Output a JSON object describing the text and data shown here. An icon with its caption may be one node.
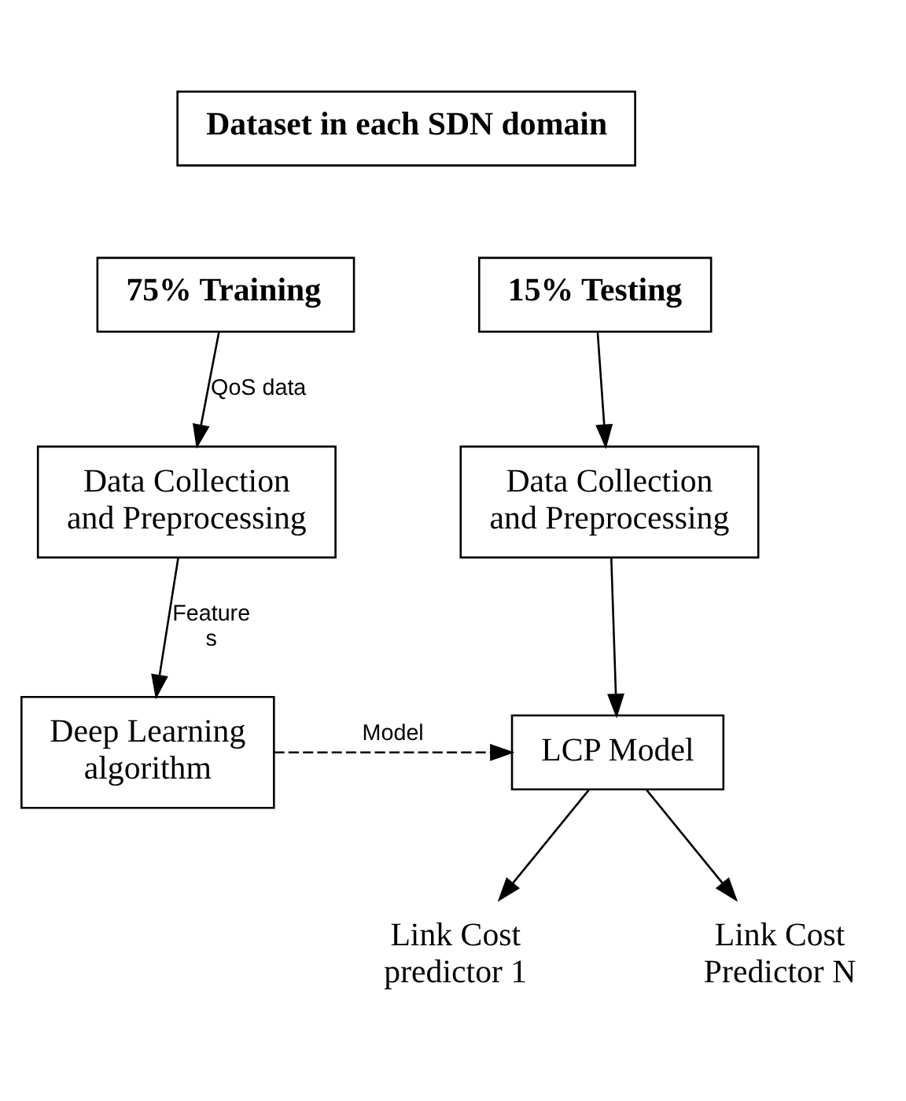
{
  "diagram": {
    "nodes": [
      {
        "text": [
          "Dataset in each SDN domain"
        ]
      },
      {
        "text": [
          "75% Training"
        ]
      },
      {
        "text": [
          "15% Testing"
        ]
      },
      {
        "text": [
          "Data Collection and Preprocessing"
        ]
      },
      {
        "text": [
          "Deep Learning algorithm"
        ]
      },
      {
        "text": [
          "Data Collection and Preprocessing"
        ]
      },
      {
        "text": [
          "LCP Model"
        ]
      },
      {
        "text": [
          "Link Cost predictor 1"
        ]
      },
      {
        "text": [
          "Link Cost Predictor N"
        ]
      }
    ],
    "edges": [
      {
        "from": 1,
        "to": 3,
        "arrow": "to",
        "label": "QoS data"
      },
      {
        "from": 3,
        "to": 4,
        "arrow": "to",
        "label": "Feature s"
      },
      {
        "from": 2,
        "to": 5,
        "arrow": "to"
      },
      {
        "from": 5,
        "to": 6,
        "arrow": "to"
      },
      {
        "from": 4,
        "to": 6,
        "arrow": "to",
        "label": "Model",
        "style": "dashed"
      },
      {
        "from": 6,
        "to": 7,
        "arrow": "to"
      },
      {
        "from": 6,
        "to": 8,
        "arrow": "to"
      }
    ]
  }
}
